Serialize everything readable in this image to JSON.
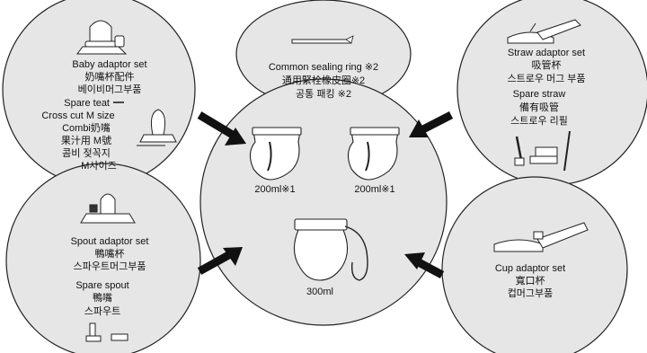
{
  "baby_adaptor": {
    "title_en": "Baby adaptor set",
    "title_zh": "奶嘴杯配件",
    "title_ko": "베이비머그부품",
    "spare_en": "Spare teat",
    "spare_size": "Cross cut M size",
    "spare_zh1": "Combi奶嘴",
    "spare_zh2": "果汁用 M號",
    "spare_ko1": "콤비 젖꼭지",
    "spare_ko2": "M사이즈"
  },
  "sealing_ring": {
    "title_en": "Common sealing ring ※2",
    "title_zh": "通用緊栓橡皮圈※2",
    "title_ko": "공통 패킹 ※2"
  },
  "straw_adaptor": {
    "title_en": "Straw adaptor set",
    "title_zh": "吸管杯",
    "title_ko": "스트로우 머그 부품",
    "spare_en": "Spare straw",
    "spare_zh": "備有吸管",
    "spare_ko": "스트로우 리필"
  },
  "spout_adaptor": {
    "title_en": "Spout adaptor set",
    "title_zh": "鴨嘴杯",
    "title_ko": "스파우트머그부품",
    "spare_en": "Spare spout",
    "spare_zh": "鴨嘴",
    "spare_ko": "스파우트"
  },
  "cup_adaptor": {
    "title_en": "Cup adaptor set",
    "title_zh": "寬口杯",
    "title_ko": "컵머그부품"
  },
  "center": {
    "cup_left_label": "200ml※1",
    "cup_right_label": "200ml※1",
    "bottle_label": "300ml"
  }
}
